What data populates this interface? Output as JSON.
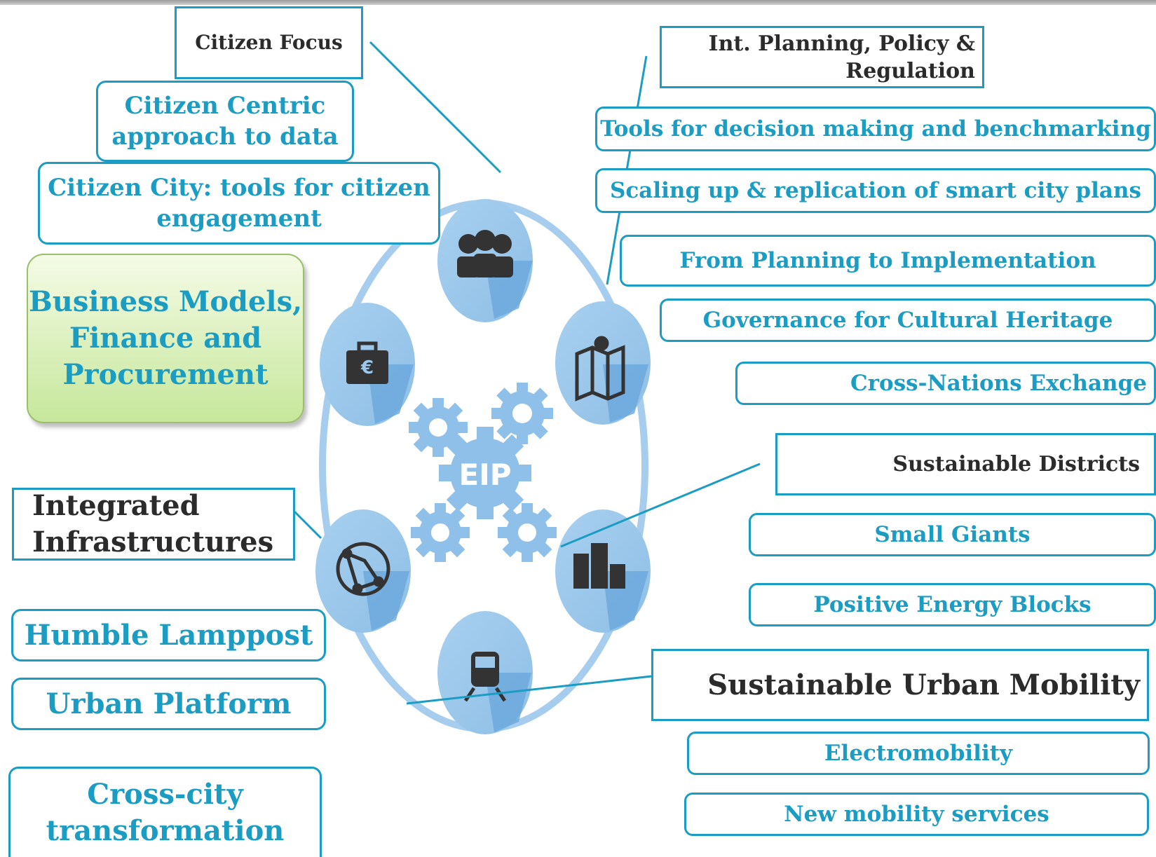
{
  "center_label": "EIP",
  "left_boxes": {
    "citizen_focus": "Citizen Focus",
    "citizen_centric": "Citizen Centric approach to data",
    "citizen_city": "Citizen City: tools for citizen engagement",
    "business_models": "Business Models, Finance and Procurement",
    "integrated_infra": "Integrated Infrastructures",
    "humble_lamppost": "Humble Lamppost",
    "urban_platform": "Urban Platform",
    "cross_city": "Cross-city transformation"
  },
  "right_boxes": {
    "int_planning": "Int. Planning, Policy & Regulation",
    "tools_decision": "Tools for decision making and benchmarking",
    "scaling_up": "Scaling up & replication of smart city plans",
    "planning_implementation": "From Planning to Implementation",
    "governance_heritage": "Governance for Cultural Heritage",
    "cross_nations": "Cross-Nations Exchange",
    "sustainable_districts": "Sustainable Districts",
    "small_giants": "Small Giants",
    "positive_energy": "Positive Energy Blocks",
    "sustainable_mobility": "Sustainable Urban Mobility",
    "electromobility": "Electromobility",
    "new_mobility": "New mobility services"
  },
  "icons": [
    "people-icon",
    "map-icon",
    "buildings-icon",
    "train-icon",
    "globe-network-icon",
    "euro-briefcase-icon"
  ],
  "colors": {
    "accent": "#1a9cc3",
    "circle_light": "#9cc8eb",
    "circle_dark": "#5d9fd6",
    "icon": "#333333"
  }
}
